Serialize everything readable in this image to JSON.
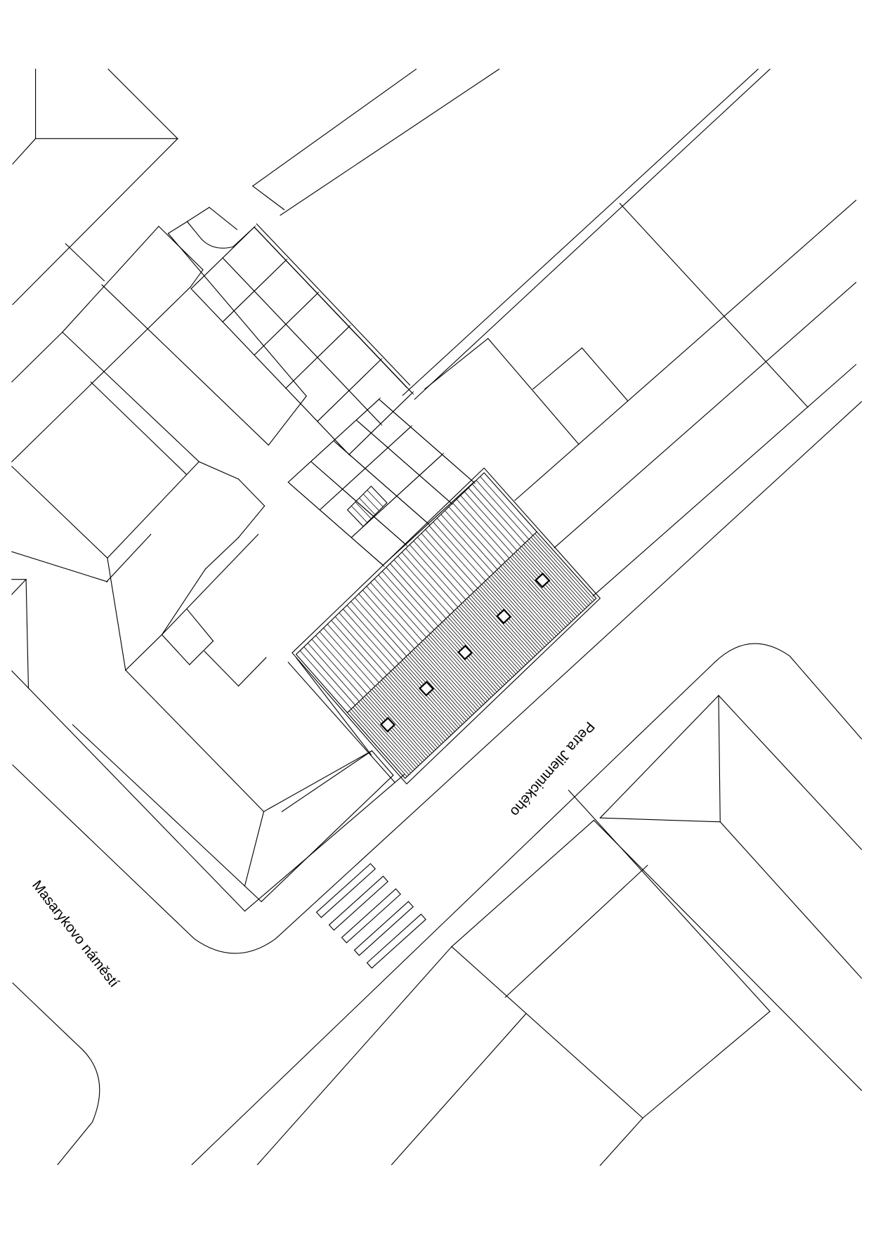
{
  "drawing": {
    "type": "site plan",
    "streets": {
      "petra": "Petra Jilemnického",
      "masarykovo": "Masarykovo náměstí"
    },
    "colors": {
      "line": "#000000",
      "background": "#ffffff"
    },
    "roof_skylights_count": 5,
    "crosswalk_stripes_count": 5
  }
}
